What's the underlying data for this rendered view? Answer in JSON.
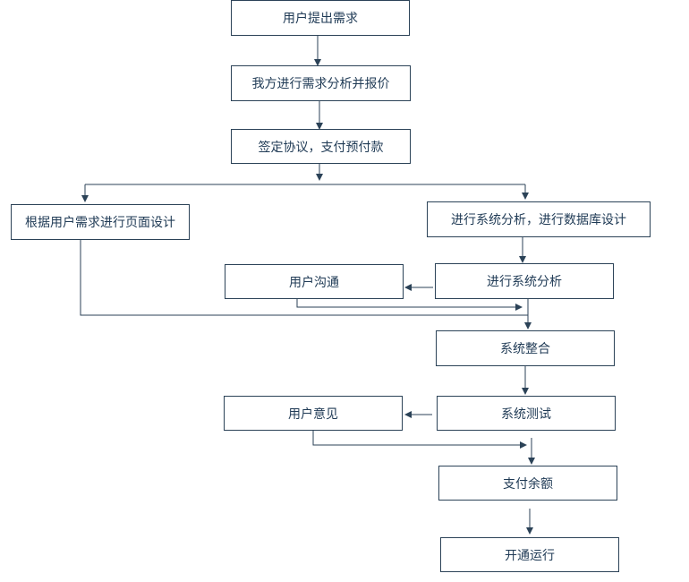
{
  "steps": {
    "user_request": "用户提出需求",
    "analysis_quote": "我方进行需求分析并报价",
    "sign_agreement": "签定协议，支付预付款",
    "frontend_design": "根据用户需求进行页面设计",
    "system_db_design": "进行系统分析，进行数据库设计",
    "user_communication": "用户沟通",
    "system_analysis": "进行系统分析",
    "system_integration": "系统整合",
    "user_feedback": "用户意见",
    "system_testing": "系统测试",
    "pay_balance": "支付余额",
    "go_live": "开通运行"
  },
  "colors": {
    "line": "#2b4257",
    "text": "#1f3a55",
    "border": "#2b4257"
  }
}
